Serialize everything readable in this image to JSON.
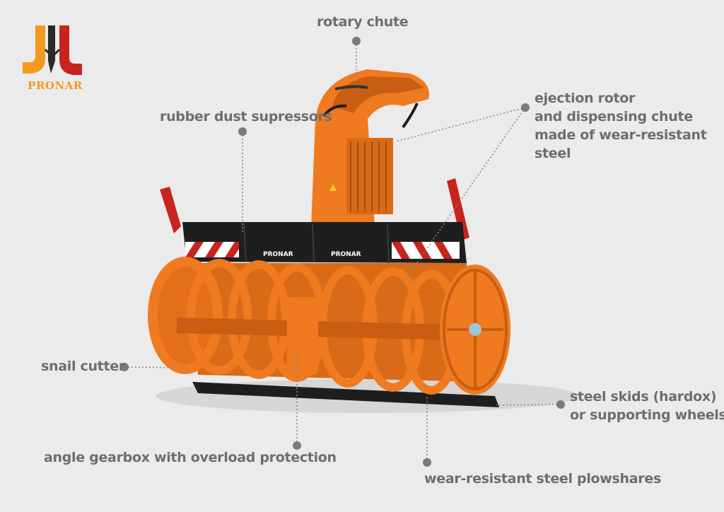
{
  "brand": {
    "name": "PRONAR",
    "plate_label": "PRONAR",
    "colors": {
      "orange": "#ef7a1f",
      "orange_dark": "#c95d12",
      "red": "#c8241e",
      "black": "#1e1e1e",
      "gold": "#f39a1e",
      "label": "#6e6e6e"
    }
  },
  "callouts": {
    "rotary_chute": [
      "rotary chute"
    ],
    "rubber_dust": [
      "rubber dust supressors"
    ],
    "ejection_rotor": [
      "ejection rotor",
      "and dispensing chute",
      "made of wear-resistant",
      "steel"
    ],
    "snail_cutter": [
      "snail cutter"
    ],
    "steel_skids": [
      "steel skids (hardox)",
      "or supporting wheels"
    ],
    "angle_gearbox": [
      "angle gearbox with overload protection"
    ],
    "plowshares": [
      "wear-resistant steel plowshares"
    ]
  }
}
